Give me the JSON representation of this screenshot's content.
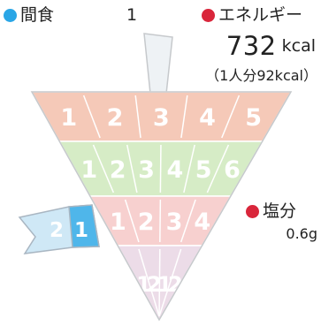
{
  "header": {
    "category_label": "間食",
    "category_count": "1",
    "energy_label": "エネルギー",
    "energy_value": "732",
    "energy_unit": "kcal",
    "energy_per_person": "（1人分92kcal）"
  },
  "salt": {
    "label": "塩分",
    "value": "0.6g"
  },
  "guide": {
    "rows": [
      {
        "color": "#f5c9b8",
        "numbers": [
          "1",
          "2",
          "3",
          "4",
          "5"
        ]
      },
      {
        "color": "#d6ecc6",
        "numbers": [
          "1",
          "2",
          "3",
          "4",
          "5",
          "6"
        ]
      },
      {
        "color": "#f7d0cf",
        "numbers": [
          "1",
          "2",
          "3",
          "4"
        ]
      },
      {
        "color": "#ecdce8",
        "numbers": [
          "1",
          "2",
          "1",
          "2"
        ]
      }
    ],
    "ribbon_numbers": [
      "2",
      "1"
    ],
    "ribbon_filled": 1,
    "colors": {
      "ribbon_light": "#cfe8f6",
      "ribbon_fill": "#4fb6ea",
      "ribbon_stroke": "#a9b6c2",
      "handle_fill": "#eef2f5",
      "frame_stroke": "#c6c9cc"
    }
  }
}
